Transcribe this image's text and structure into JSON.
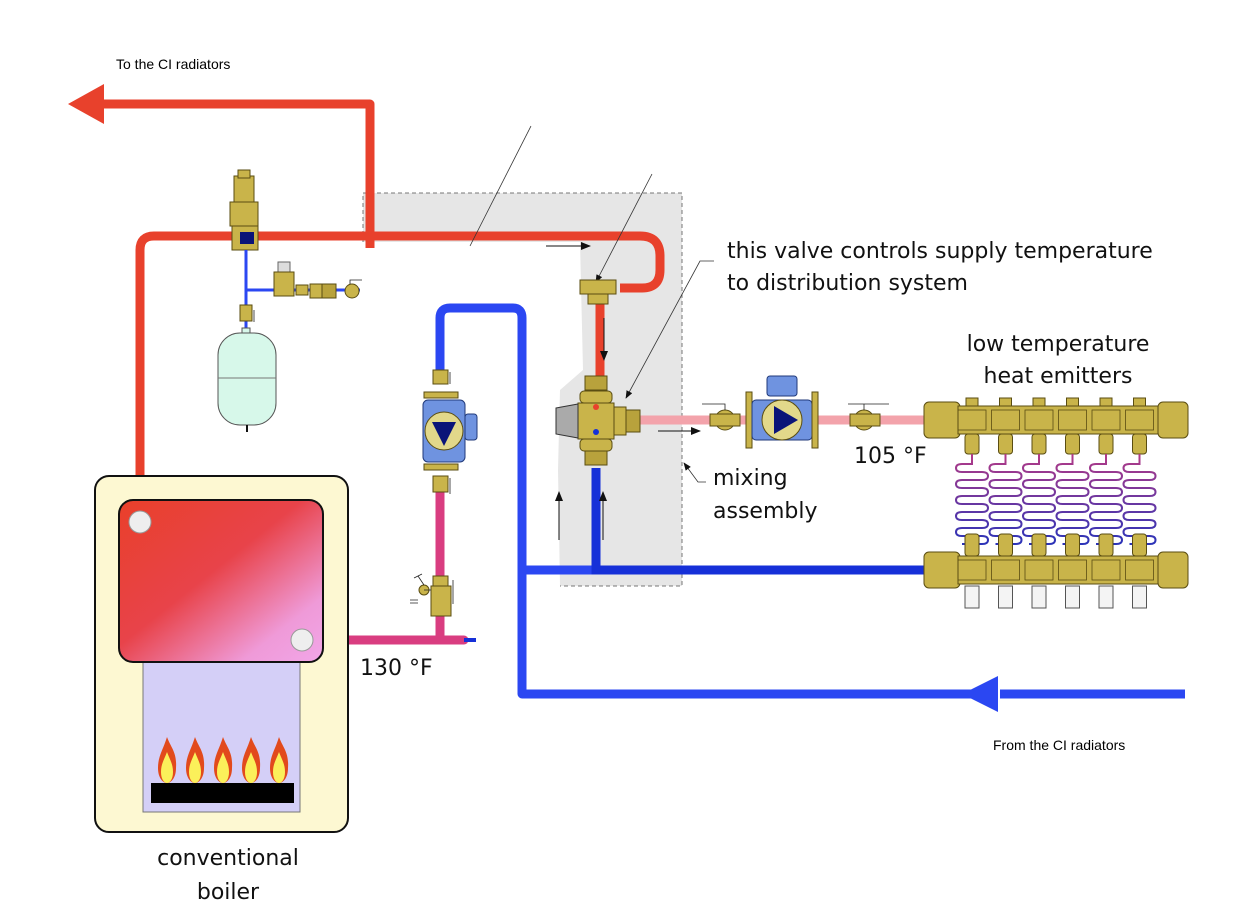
{
  "diagram": {
    "title": "Mixing assembly supplying low temperature heat emitters from a conventional boiler",
    "colors": {
      "hot_supply": "#e8412c",
      "cool_return": "#2b47f2",
      "mixed_supply": "#f3a3ab",
      "boiler_return": "#d93d80",
      "brass": "#c9b44a",
      "pump_body": "#6f93e0",
      "pump_impeller": "#0a1478",
      "mixing_zone": "#e6e6e6",
      "boiler_cabinet": "#fdf8d2",
      "combustion_chamber": "#d4cff7",
      "expansion_tank": "#d7f8ea"
    },
    "labels": {
      "to_radiators": "To the CI radiators",
      "from_radiators": "From the CI radiators",
      "valve_note_line1": "this valve controls supply temperature",
      "valve_note_line2": "to distribution system",
      "emitters_line1": "low temperature",
      "emitters_line2": "heat emitters",
      "mixing_line1": "mixing",
      "mixing_line2": "assembly",
      "boiler_line1": "conventional",
      "boiler_line2": "boiler",
      "temp_boiler_inlet": "130 °F",
      "temp_mixed_supply": "105 °F"
    },
    "components": {
      "boiler_burner_flames": 5,
      "manifold_circuits": 6,
      "circulators": 2
    }
  }
}
